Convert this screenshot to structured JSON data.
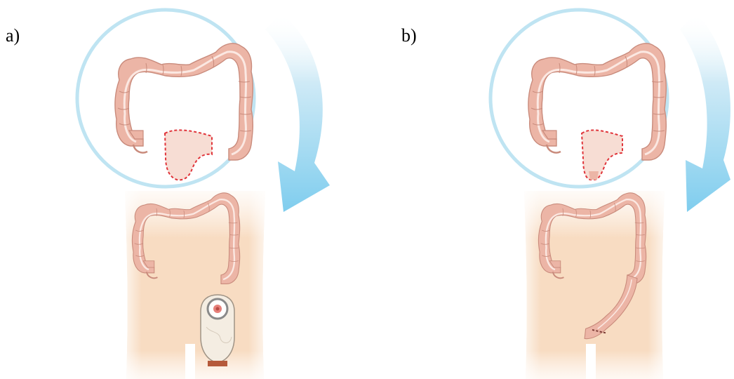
{
  "panels": [
    {
      "id": "a",
      "label": "a)"
    },
    {
      "id": "b",
      "label": "b)"
    }
  ],
  "colors": {
    "colon_fill": "#ecb5a6",
    "colon_stroke": "#c98b7c",
    "colon_lumen": "#fbe8e2",
    "removed_outline": "#e0343a",
    "removed_fill": "#f7ddd4",
    "circle_stroke": "#bfe4f2",
    "arrow": "#8fd3ef",
    "torso": "#f7dcc1",
    "bag_fill": "#f4ede2",
    "bag_flange": "#b5593a",
    "stoma": "#e6807a"
  },
  "icons": {
    "zoom_circle": "magnifier-circle",
    "arrow": "curved-arrow",
    "stoma_bag": "ostomy-bag"
  }
}
